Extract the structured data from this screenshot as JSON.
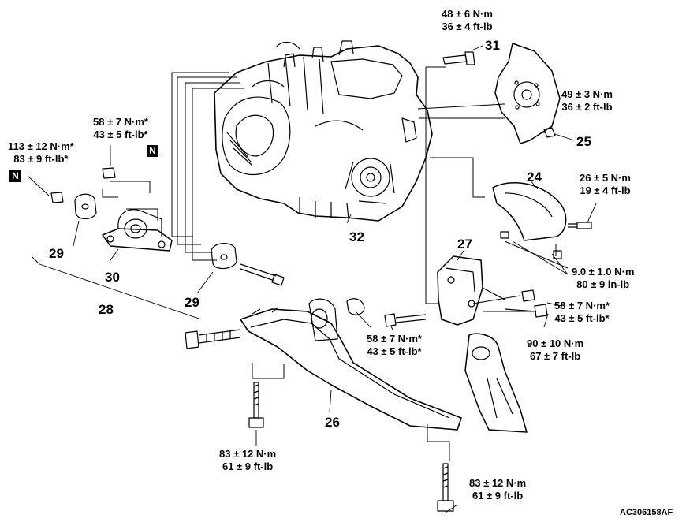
{
  "figure_code": "AC306158AF",
  "new_part_mark": "N",
  "torques": {
    "t31": [
      "48 ± 6 N·m",
      "36 ± 4 ft-lb"
    ],
    "t25": [
      "49 ± 3 N·m",
      "36 ± 2 ft-lb"
    ],
    "t24": [
      "26 ± 5 N·m",
      "19 ± 4 ft-lb"
    ],
    "t_in": [
      "9.0 ± 1.0 N·m",
      "80 ± 9 in-lb"
    ],
    "t27a": [
      "58 ± 7 N·m*",
      "43 ± 5 ft-lb*"
    ],
    "t27b": [
      "90 ± 10 N·m",
      "67 ± 7 ft-lb"
    ],
    "t26c": [
      "58 ± 7 N·m*",
      "43 ± 5 ft-lb*"
    ],
    "t30": [
      "58 ± 7 N·m*",
      "43 ± 5 ft-lb*"
    ],
    "t29": [
      "113 ± 12 N·m*",
      "83 ± 9 ft-lb*"
    ],
    "t26a": [
      "83 ± 12 N·m",
      "61 ± 9 ft-lb"
    ],
    "t26b": [
      "83 ± 12 N·m",
      "61 ± 9 ft-lb"
    ]
  },
  "callouts": {
    "c31": "31",
    "c25": "25",
    "c24": "24",
    "c27": "27",
    "c32": "32",
    "c29a": "29",
    "c29b": "29",
    "c30": "30",
    "c28": "28",
    "c26": "26"
  }
}
